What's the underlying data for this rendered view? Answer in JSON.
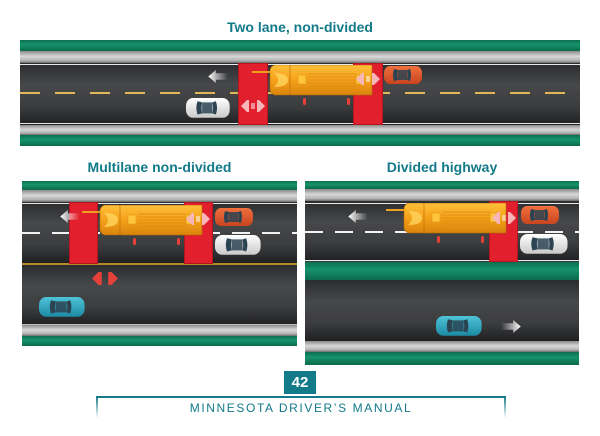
{
  "diagrams": [
    {
      "title": "Two lane, non-divided",
      "lane_marking": "yellow dashed center line",
      "elements": [
        "school bus (stopped, stop arm out)",
        "red stop zones in front of and behind bus",
        "white car (oncoming, stopped)",
        "orange car (behind bus, stopped)",
        "traffic direction arrow"
      ]
    },
    {
      "title": "Multilane non-divided",
      "lane_marking": "white dashed lane line, yellow center line",
      "elements": [
        "school bus (stopped)",
        "red stop zones spanning bus direction lanes",
        "orange car (stopped)",
        "white car (stopped)",
        "blue car (opposite direction, stopped)",
        "stop indicator arrows"
      ]
    },
    {
      "title": "Divided highway",
      "lane_marking": "white dashed lane line, green median",
      "elements": [
        "school bus (stopped)",
        "red stop zone behind bus",
        "orange car (stopped)",
        "white car (stopped)",
        "blue car (opposite side, continues)",
        "traffic direction arrows"
      ]
    }
  ],
  "colors": {
    "accent": "#137a8a",
    "stop_zone": "#e21f2d",
    "bus": "#f5a623",
    "median": "#16936b",
    "road": "#3c3d3f",
    "yellow_line": "#e2b75a",
    "white_line": "#f2f2f2",
    "orange_car": "#e8582c",
    "white_car": "#e6e6e6",
    "blue_car": "#2aa7c0"
  },
  "footer": {
    "page_number": "42",
    "manual_title": "MINNESOTA DRIVER’S MANUAL"
  }
}
